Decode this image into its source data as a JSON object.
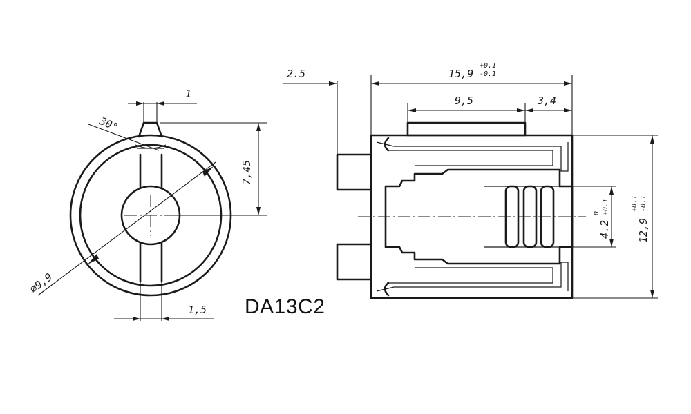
{
  "part_label": "DA13C2",
  "front_view": {
    "diameter": "⌀9,9",
    "height": "7,45",
    "angle": "30°",
    "top_width": "1",
    "slot_width": "1,5"
  },
  "side_view": {
    "offset": "2.5",
    "length_nominal": "15,9",
    "length_tol_upper": "+0.1",
    "length_tol_lower": "-0.1",
    "inner_length": "9,5",
    "front_length": "3,4",
    "bore_nominal": "4.2",
    "bore_tol_upper": "0",
    "bore_tol_lower": "+0.1",
    "outer_nominal": "12,9",
    "outer_tol_upper": "+0.1",
    "outer_tol_lower": "-0.1"
  }
}
